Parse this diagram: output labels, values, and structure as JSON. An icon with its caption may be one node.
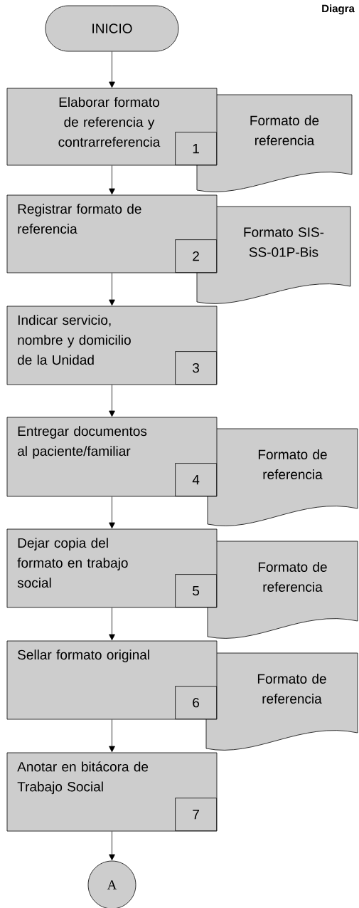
{
  "diagram": {
    "title": "Diagra",
    "nodes": [
      {
        "text": [
          "INICIO"
        ]
      },
      {
        "text": [
          "Elaborar formato de referencia y contrarreferencia",
          "1"
        ]
      },
      {
        "text": [
          "Formato de referencia"
        ]
      },
      {
        "text": [
          "Registrar formato de referencia",
          "2"
        ]
      },
      {
        "text": [
          "Formato SIS-SS-01P-Bis"
        ]
      },
      {
        "text": [
          "Indicar servicio, nombre y domicilio de la Unidad",
          "3"
        ]
      },
      {
        "text": [
          "Entregar documentos al paciente/familiar",
          "4"
        ]
      },
      {
        "text": [
          "Formato de referencia"
        ]
      },
      {
        "text": [
          "Dejar copia del formato en trabajo social",
          "5"
        ]
      },
      {
        "text": [
          "Formato de referencia"
        ]
      },
      {
        "text": [
          "Sellar formato original",
          "6"
        ]
      },
      {
        "text": [
          "Formato de referencia"
        ]
      },
      {
        "text": [
          "Anotar en bitácora de Trabajo Social",
          "7"
        ]
      },
      {
        "text": [
          "A"
        ]
      }
    ],
    "edges": [
      {
        "from": 0,
        "to": 1,
        "arrow": "to"
      },
      {
        "from": 1,
        "to": 3,
        "arrow": "to"
      },
      {
        "from": 3,
        "to": 5,
        "arrow": "to"
      },
      {
        "from": 5,
        "to": 6,
        "arrow": "to"
      },
      {
        "from": 6,
        "to": 8,
        "arrow": "to"
      },
      {
        "from": 8,
        "to": 10,
        "arrow": "to"
      },
      {
        "from": 10,
        "to": 12,
        "arrow": "to"
      },
      {
        "from": 12,
        "to": 13,
        "arrow": "to"
      }
    ]
  }
}
